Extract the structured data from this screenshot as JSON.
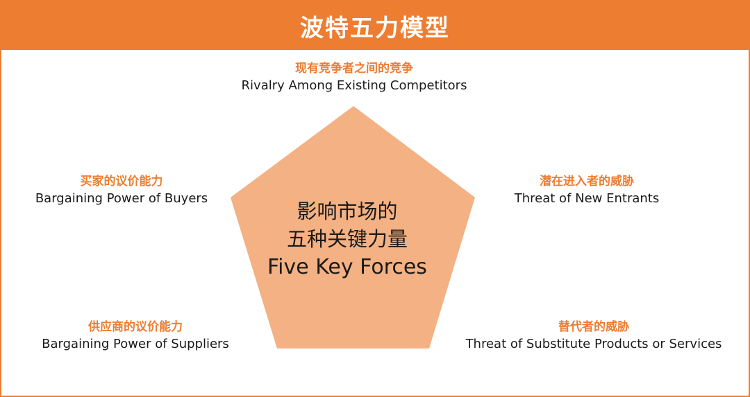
{
  "header": {
    "title": "波特五力模型"
  },
  "center": {
    "line1": "影响市场的",
    "line2": "五种关键力量",
    "line3": "Five Key Forces"
  },
  "forces": {
    "top": {
      "zh": "现有竞争者之间的竞争",
      "en": "Rivalry Among Existing Competitors"
    },
    "left": {
      "zh": "买家的议价能力",
      "en": "Bargaining Power of Buyers"
    },
    "right": {
      "zh": "潜在进入者的威胁",
      "en": "Threat of New Entrants"
    },
    "bottom_left": {
      "zh": "供应商的议价能力",
      "en": "Bargaining Power of Suppliers"
    },
    "bottom_right": {
      "zh": "替代者的威胁",
      "en": "Threat of Substitute Products or Services"
    }
  },
  "colors": {
    "accent": "#ED7D31",
    "pentagon_fill": "#F4B183",
    "text": "#1a1a1a"
  }
}
